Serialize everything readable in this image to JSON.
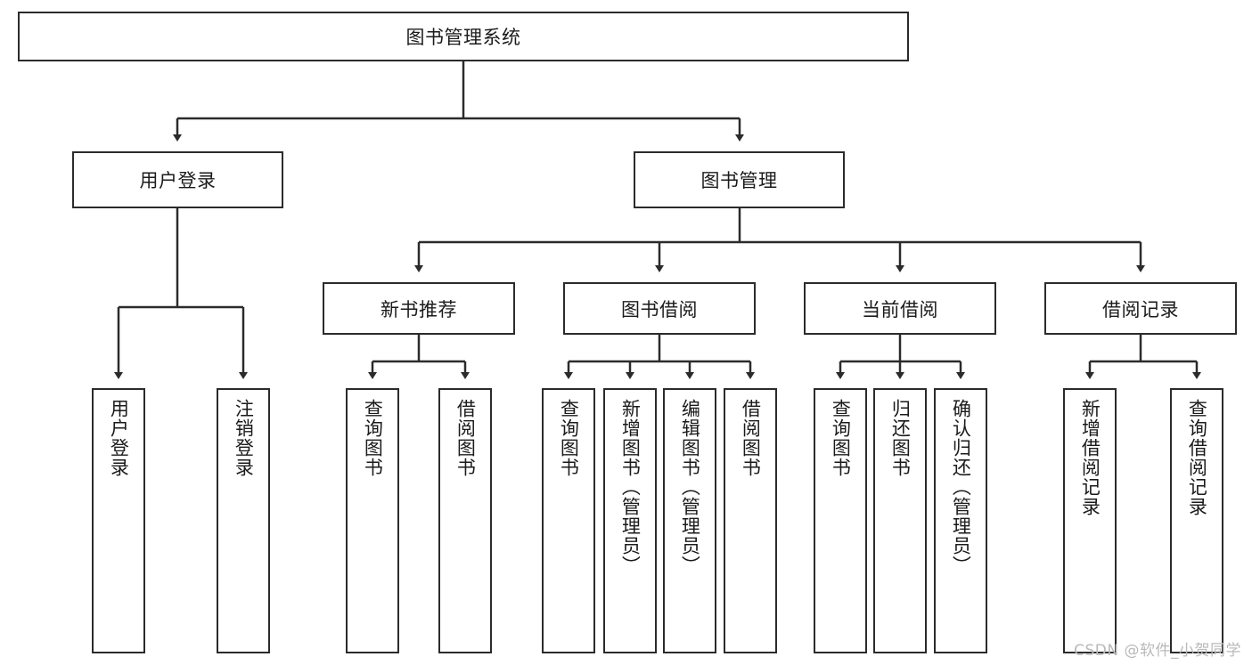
{
  "diagram": {
    "title": "图书管理系统",
    "type": "tree-hierarchy",
    "root": {
      "label": "图书管理系统"
    },
    "level2": [
      {
        "label": "用户登录"
      },
      {
        "label": "图书管理"
      }
    ],
    "level3": [
      {
        "label": "新书推荐",
        "parent": "图书管理"
      },
      {
        "label": "图书借阅",
        "parent": "图书管理"
      },
      {
        "label": "当前借阅",
        "parent": "图书管理"
      },
      {
        "label": "借阅记录",
        "parent": "图书管理"
      }
    ],
    "leaves": [
      {
        "label": "用户登录",
        "parent": "用户登录"
      },
      {
        "label": "注销登录",
        "parent": "用户登录"
      },
      {
        "label": "查询图书",
        "parent": "新书推荐"
      },
      {
        "label": "借阅图书",
        "parent": "新书推荐"
      },
      {
        "label": "查询图书",
        "parent": "图书借阅"
      },
      {
        "label": "新增图书（管理员）",
        "parent": "图书借阅"
      },
      {
        "label": "编辑图书（管理员）",
        "parent": "图书借阅"
      },
      {
        "label": "借阅图书",
        "parent": "图书借阅"
      },
      {
        "label": "查询图书",
        "parent": "当前借阅"
      },
      {
        "label": "归还图书",
        "parent": "当前借阅"
      },
      {
        "label": "确认归还（管理员）",
        "parent": "当前借阅"
      },
      {
        "label": "新增借阅记录",
        "parent": "借阅记录"
      },
      {
        "label": "查询借阅记录",
        "parent": "借阅记录"
      }
    ],
    "watermark": "CSDN @软件_小贺同学",
    "colors": {
      "stroke": "#2b2b2b",
      "background": "#ffffff",
      "text": "#1b1b1b",
      "watermark": "#b9b9b9"
    }
  }
}
